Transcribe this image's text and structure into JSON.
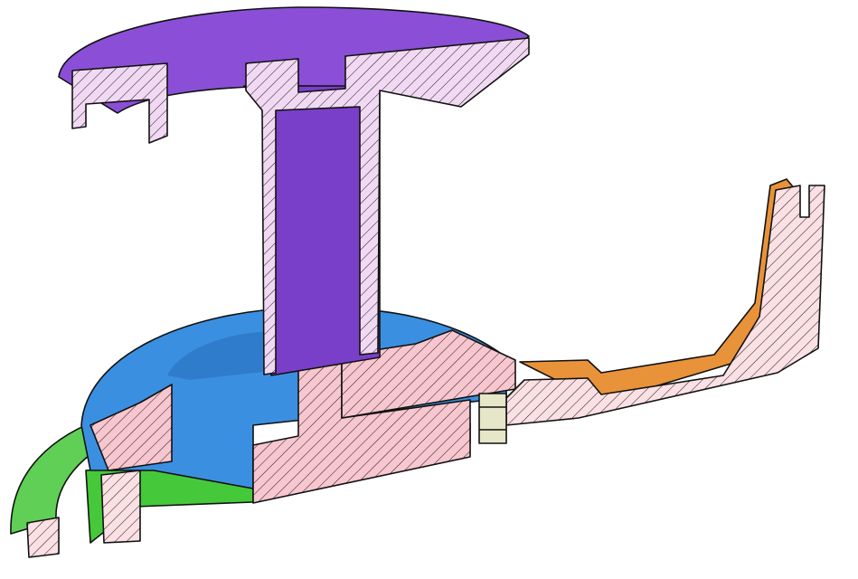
{
  "colors": {
    "purple_part": "#8a4fd6",
    "blue_part": "#3b8fe0",
    "green_part": "#45c93a",
    "orange_part": "#e8923a",
    "section_fill_purple": "#f1d9f3",
    "section_fill_red": "#f7c6cf",
    "section_fill_orange": "#fbe0e4",
    "hatch_line": "#1a1a1a"
  },
  "parts": [
    "purple-flange-cap",
    "threaded-shaft",
    "blue-body",
    "green-base-ring",
    "orange-arm"
  ]
}
